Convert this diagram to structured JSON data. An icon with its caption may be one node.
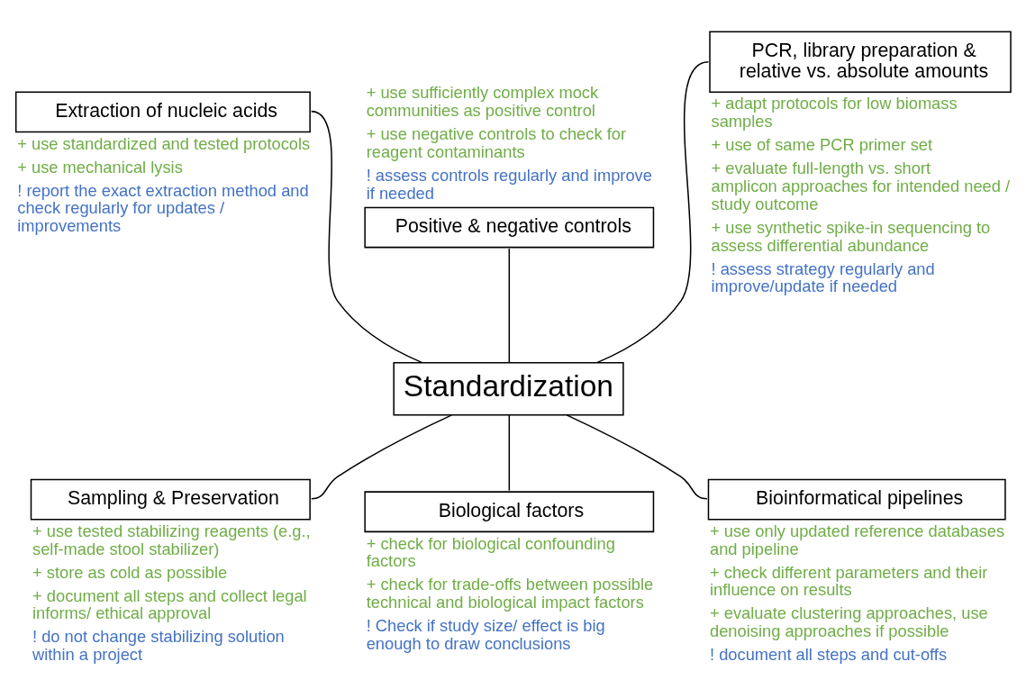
{
  "diagram": {
    "nodes": [
      {
        "text": [
          "Positive & negative controls"
        ],
        "beside": [
          "+ use sufficiently complex mock communities as positive control",
          "+ use negative controls to check for reagent contaminants",
          "! assess controls regularly and improve if needed"
        ]
      },
      {
        "text": [
          "Extraction of nucleic acids"
        ],
        "beside": [
          "+ use standardized and tested protocols",
          "+ use mechanical lysis",
          "! report the exact extraction method and check regularly for updates / improvements"
        ]
      },
      {
        "text": [
          "PCR, library preparation & relative vs. absolute amounts"
        ],
        "beside": [
          "+ adapt protocols for low biomass samples",
          "+ use of same PCR primer set",
          "+ evaluate full-length vs. short amplicon approaches for intended need / study outcome",
          "+ use synthetic spike-in sequencing to assess differential abundance",
          "! assess strategy regularly and improve/update if needed"
        ]
      },
      {
        "text": [
          "Standardization"
        ]
      },
      {
        "text": [
          "Sampling & Preservation"
        ],
        "beside": [
          "+ use tested stabilizing reagents (e.g., self-made stool stabilizer)",
          "+ store as cold as possible",
          "+ document all steps and collect legal informs/ ethical approval",
          "! do not change stabilizing solution within a project"
        ]
      },
      {
        "text": [
          "Biological factors"
        ],
        "beside": [
          "+ check for biological confounding factors",
          "+ check for trade-offs between possible technical and biological impact factors",
          "! Check if study size/ effect is big enough to draw conclusions"
        ]
      },
      {
        "text": [
          "Bioinformatical pipelines"
        ],
        "beside": [
          "+ use only updated reference databases and pipeline",
          "+ check different parameters and their influence on results",
          "+ evaluate clustering approaches, use denoising approaches if possible",
          "! document all steps and cut-offs"
        ]
      }
    ],
    "edges": [
      {
        "from": 0,
        "to": 3,
        "arrow": "none"
      },
      {
        "from": 1,
        "to": 3,
        "arrow": "none"
      },
      {
        "from": 2,
        "to": 3,
        "arrow": "none"
      },
      {
        "from": 3,
        "to": 4,
        "arrow": "none"
      },
      {
        "from": 3,
        "to": 5,
        "arrow": "none"
      },
      {
        "from": 3,
        "to": 6,
        "arrow": "none"
      }
    ]
  }
}
